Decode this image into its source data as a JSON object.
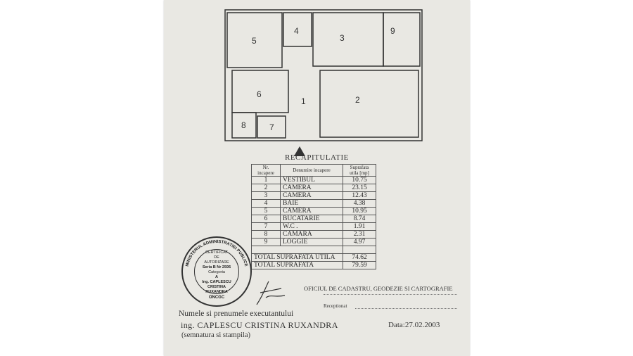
{
  "document": {
    "table_title": "RECAPITULATIE",
    "headers": [
      "Nr. incapere",
      "Denumire incapere",
      "Suprafata utila [mp]"
    ],
    "rows": [
      {
        "nr": "1",
        "name": "VESTIBUL",
        "area": "10.75"
      },
      {
        "nr": "2",
        "name": "CAMERA",
        "area": "23.15"
      },
      {
        "nr": "3",
        "name": "CAMERA",
        "area": "12.43"
      },
      {
        "nr": "4",
        "name": "BAIE",
        "area": "4.38"
      },
      {
        "nr": "5",
        "name": "CAMERA",
        "area": "10.95"
      },
      {
        "nr": "6",
        "name": "BUCATARIE",
        "area": "8.74"
      },
      {
        "nr": "7",
        "name": "W.C .",
        "area": "1.91"
      },
      {
        "nr": "8",
        "name": "CAMARA",
        "area": "2.31"
      },
      {
        "nr": "9",
        "name": "LOGGIE",
        "area": "4.97"
      }
    ],
    "total_utila_label": "TOTAL SUPRAFATA UTILA",
    "total_utila": "74.62",
    "total_label": "TOTAL SUPRAFATA",
    "total": "79.59",
    "office": "OFICIUL DE CADASTRU, GEODEZIE SI CARTOGRAFIE",
    "receptionat": "Receptionat",
    "executant_label": "Numele si prenumele executantului",
    "executant_name": "ing. CAPLESCU CRISTINA RUXANDRA",
    "signature_note": "(semnatura si stampila)",
    "date": "Data:27.02.2003"
  },
  "stamp": {
    "ring_text": "MINISTERUL ADMINISTRATIEI PUBLICE",
    "lines": [
      "CERTIFICAT",
      "DE",
      "AUTORIZARE",
      "Seria B Nr 2595",
      "Categoria",
      "A",
      "Ing. CAPLESCU",
      "CRISTINA",
      "RUXANDRA"
    ],
    "bottom": "ONCGC"
  },
  "plan": {
    "rooms": [
      "1",
      "2",
      "3",
      "4",
      "5",
      "6",
      "7",
      "8",
      "9"
    ]
  }
}
